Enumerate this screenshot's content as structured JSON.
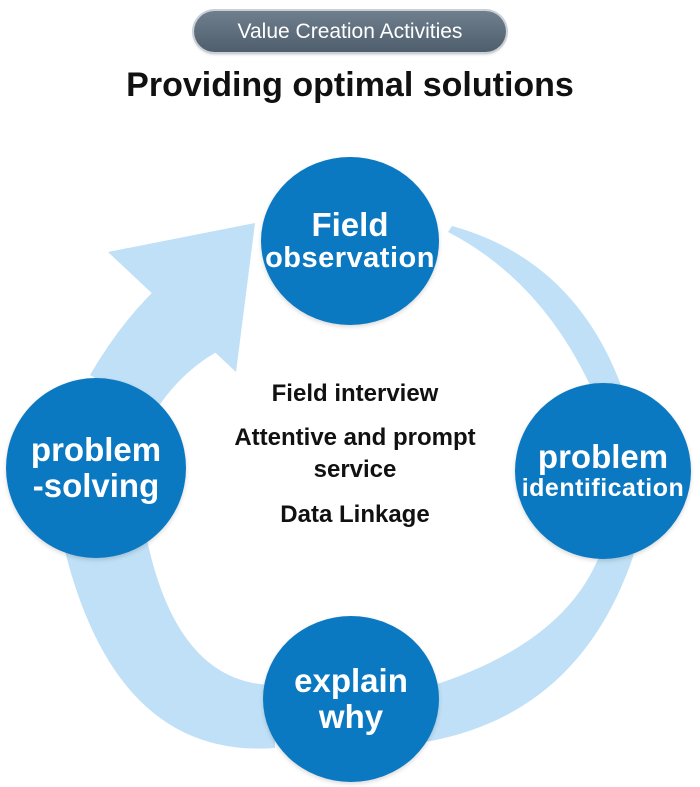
{
  "header": {
    "badge": "Value Creation Activities",
    "title": "Providing optimal solutions"
  },
  "cycle": {
    "steps": [
      {
        "line1": "Field",
        "line2": "observation"
      },
      {
        "line1": "problem",
        "line2": "identification"
      },
      {
        "line1": "explain",
        "line2": "why"
      },
      {
        "line1": "problem",
        "line2": "-solving"
      }
    ],
    "center_items": [
      "Field interview",
      "Attentive and prompt service",
      "Data Linkage"
    ]
  },
  "colors": {
    "node": "#0b78c2",
    "arrow": "#bfe0f6",
    "badge": "#5c6b79"
  }
}
